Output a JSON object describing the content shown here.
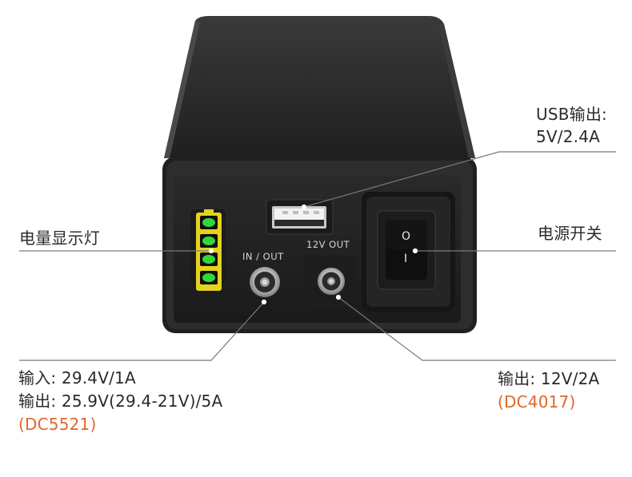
{
  "callouts": {
    "usb_output_title": "USB输出:",
    "usb_output_spec": "5V/2.4A",
    "battery_indicator": "电量显示灯",
    "power_switch": "电源开关",
    "input_spec": "输入: 29.4V/1A",
    "output_spec_main": "输出: 25.9V(29.4-21V)/5A",
    "input_connector": "(DC5521)",
    "output_12v_spec": "输出: 12V/2A",
    "output_12v_connector": "(DC4017)"
  },
  "device": {
    "port_in_out_label": "IN / OUT",
    "port_12v_label": "12V  OUT",
    "switch_on_glyph": "I",
    "switch_off_glyph": "O",
    "battery_led_count": 4
  },
  "colors": {
    "accent": "#e0662a",
    "led_green": "#31d63c",
    "led_frame": "#e4d21e",
    "body": "#262626"
  }
}
